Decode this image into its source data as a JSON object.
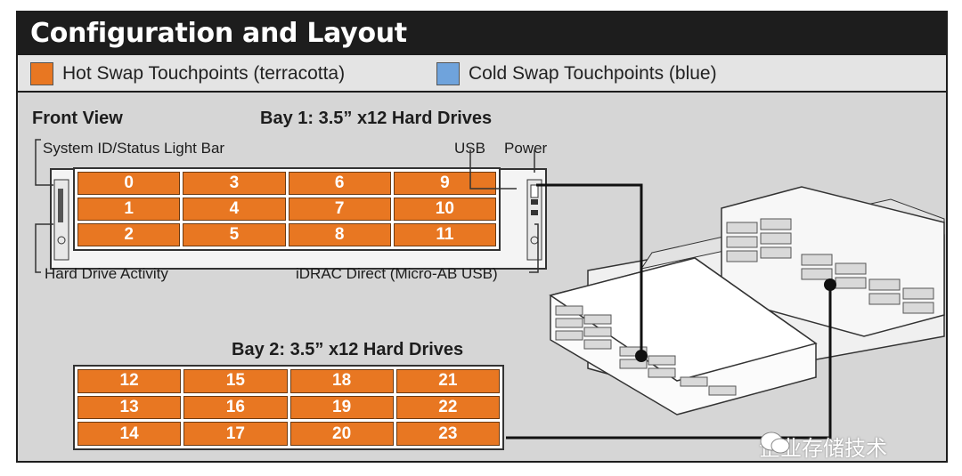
{
  "title": "Configuration and Layout",
  "legend": {
    "hot": {
      "label": "Hot Swap Touchpoints (terracotta)",
      "color": "#e87722"
    },
    "cold": {
      "label": "Cold Swap Touchpoints (blue)",
      "color": "#6fa3dc"
    }
  },
  "front_view_label": "Front View",
  "bay1": {
    "title": "Bay 1: 3.5” x12 Hard Drives",
    "rows": [
      [
        "0",
        "3",
        "6",
        "9"
      ],
      [
        "1",
        "4",
        "7",
        "10"
      ],
      [
        "2",
        "5",
        "8",
        "11"
      ]
    ]
  },
  "bay2": {
    "title": "Bay 2: 3.5” x12 Hard Drives",
    "rows": [
      [
        "12",
        "15",
        "18",
        "21"
      ],
      [
        "13",
        "16",
        "19",
        "22"
      ],
      [
        "14",
        "17",
        "20",
        "23"
      ]
    ]
  },
  "callouts": {
    "system_id": "System ID/Status Light Bar",
    "usb": "USB",
    "power": "Power",
    "hdd_activity": "Hard Drive Activity",
    "idrac": "iDRAC Direct (Micro-AB USB)"
  },
  "watermark": {
    "text": "企业存储技术",
    "icon": "wechat-icon"
  }
}
